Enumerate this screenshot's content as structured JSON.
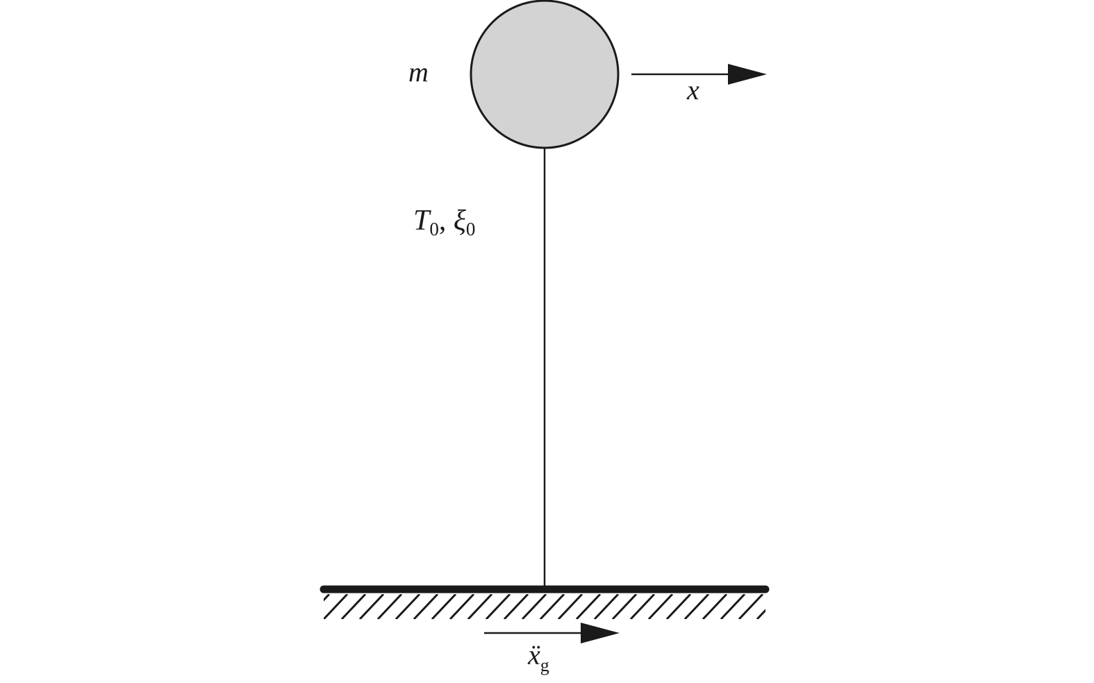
{
  "labels": {
    "mass": "m",
    "displacement": "x",
    "period_symbol": "T",
    "period_subscript": "0",
    "separator": ", ",
    "damping_symbol": "ξ",
    "damping_subscript": "0",
    "ground_accel_symbol": "ẍ",
    "ground_accel_subscript": "g"
  },
  "colors": {
    "mass_fill": "#d3d3d3",
    "stroke": "#1a1a1a",
    "background": "#ffffff"
  },
  "icons": {
    "displacement_arrow": "arrow-right-icon",
    "ground_accel_arrow": "arrow-right-icon",
    "ground_hatch": "hatched-ground"
  }
}
